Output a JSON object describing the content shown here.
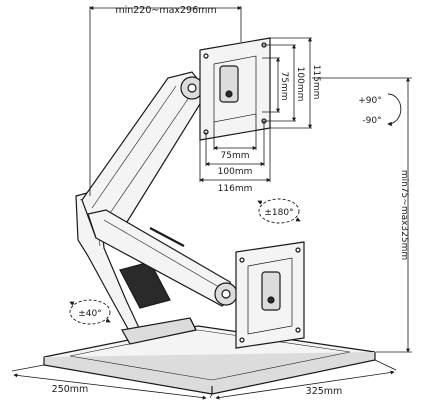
{
  "dimensions": {
    "reach": "min220~max296mm",
    "vesa_outer_height": "115mm",
    "vesa_100_height": "100mm",
    "vesa_75_height": "75mm",
    "vesa_75_width": "75mm",
    "vesa_100_width": "100mm",
    "vesa_outer_width": "116mm",
    "height_range": "min75~max325mm",
    "base_depth": "250mm",
    "base_width": "325mm"
  },
  "rotations": {
    "tilt_up": "+90°",
    "tilt_down": "-90°",
    "swivel": "±180°",
    "arm_swivel": "±40°"
  },
  "colors": {
    "line": "#1a1a1a",
    "fill_light": "#f4f4f4",
    "fill_mid": "#dcdcdc",
    "fill_dark": "#2a2a2a"
  }
}
